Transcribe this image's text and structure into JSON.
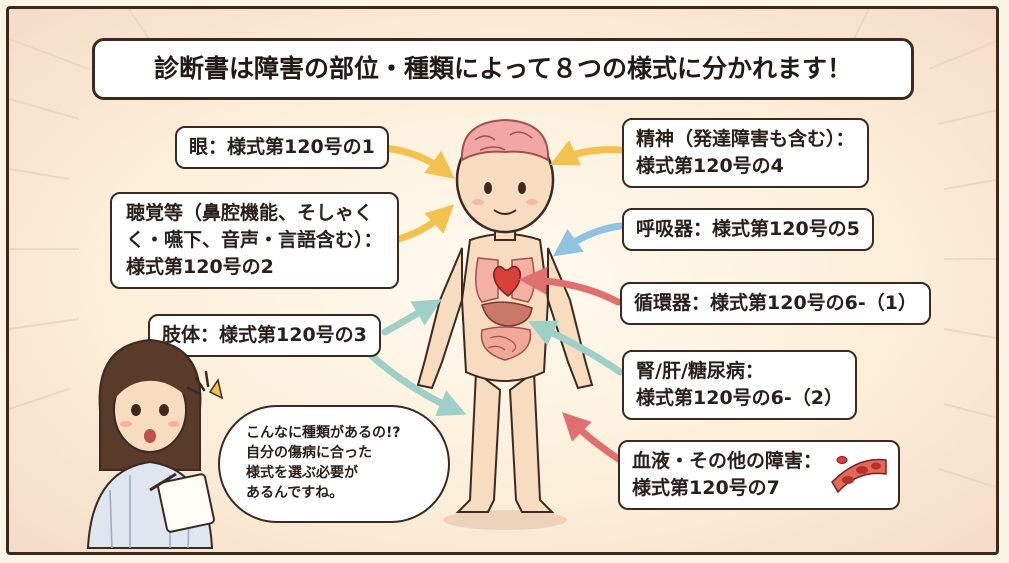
{
  "title": "診断書は障害の部位・種類によって８つの様式に分かれます！",
  "labels": {
    "eye": [
      "眼：様式第120号の1"
    ],
    "hearing": [
      "聴覚等（鼻腔機能、そしゃく",
      "く・嚥下、音声・言語含む）：",
      "様式第120号の2"
    ],
    "limbs": [
      "肢体：様式第120号の3"
    ],
    "mental": [
      "精神（発達障害も含む）：",
      "様式第120号の4"
    ],
    "respiratory": [
      "呼吸器：様式第120号の5"
    ],
    "circulatory": [
      "循環器：様式第120号の6-（1）"
    ],
    "kidney": [
      "腎/肝/糖尿病：",
      "様式第120号の6-（2）"
    ],
    "blood": [
      "血液・その他の障害：",
      "様式第120号の7"
    ]
  },
  "speech": [
    "こんなに種類があるの!?",
    "自分の傷病に合った",
    "様式を選ぶ必要が",
    "あるんですね。"
  ],
  "colors": {
    "outline": "#3b2a22",
    "arrow_yellow": "#f2c14e",
    "arrow_blue": "#8fc3e0",
    "arrow_red": "#e07070",
    "arrow_teal": "#9fd0c8",
    "skin": "#f7dcc0",
    "brain": "#f2a6a6"
  },
  "icons": [
    "brain-icon",
    "heart-icon",
    "lungs-icon",
    "blood-cells-icon",
    "alert-burst-icon"
  ]
}
